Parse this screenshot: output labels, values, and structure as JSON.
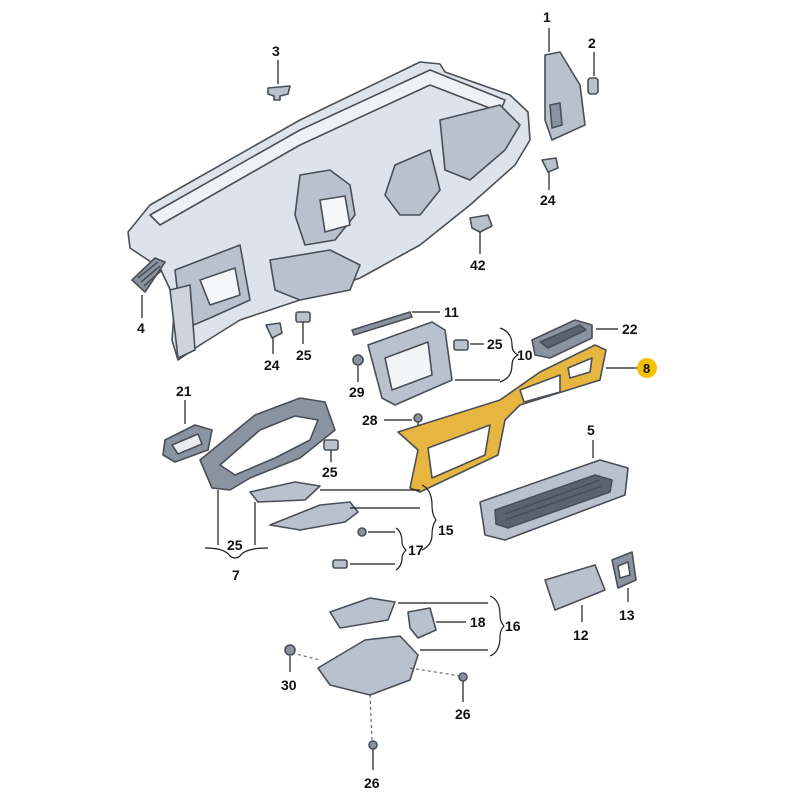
{
  "highlight_color": "#f2c200",
  "labels": {
    "n1": "1",
    "n2": "2",
    "n3": "3",
    "n4": "4",
    "n5": "5",
    "n7": "7",
    "n8": "8",
    "n10": "10",
    "n11": "11",
    "n12": "12",
    "n13": "13",
    "n15": "15",
    "n16": "16",
    "n17": "17",
    "n18": "18",
    "n21": "21",
    "n22": "22",
    "n24a": "24",
    "n24b": "24",
    "n25a": "25",
    "n25b": "25",
    "n25c": "25",
    "n25d": "25",
    "n26a": "26",
    "n26b": "26",
    "n28": "28",
    "n29": "29",
    "n30": "30",
    "n42": "42"
  }
}
